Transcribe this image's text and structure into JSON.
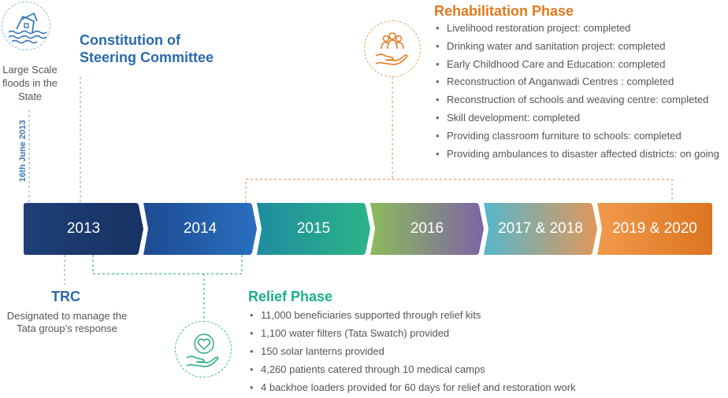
{
  "flood": {
    "icon": "flooded-house-icon",
    "label": "Large Scale floods in the State",
    "date": "16th June 2013"
  },
  "steering": {
    "title_line1": "Constitution of",
    "title_line2": "Steering Committee"
  },
  "trc": {
    "title": "TRC",
    "desc_line1": "Designated to manage the",
    "desc_line2": "Tata group’s response"
  },
  "rehabilitation": {
    "title": "Rehabilitation Phase",
    "icon": "people-in-hand-icon",
    "items": [
      "Livelihood restoration project: completed",
      "Drinking water and sanitation project: completed",
      "Early Childhood Care and Education: completed",
      "Reconstruction of Anganwadi Centres : completed",
      "Reconstruction of schools and weaving centre: completed",
      "Skill development: completed",
      "Providing classroom furniture to schools: completed",
      "Providing ambulances to disaster affected districts: on going"
    ]
  },
  "relief": {
    "title": "Relief Phase",
    "icon": "heart-in-hand-icon",
    "items": [
      "11,000 beneficiaries supported through relief kits",
      "1,100 water filters (Tata Swatch) provided",
      "150 solar lanterns provided",
      "4,260 patients catered through 10 medical camps",
      "4 backhoe loaders provided for 60 days for relief and restoration work"
    ]
  },
  "timeline": [
    {
      "label": "2013",
      "color_from": "#1f3f77",
      "color_to": "#173263"
    },
    {
      "label": "2014",
      "color_from": "#1e4b91",
      "color_to": "#2a6fc0"
    },
    {
      "label": "2015",
      "color_from": "#1e8ca0",
      "color_to": "#2cb486"
    },
    {
      "label": "2016",
      "color_from": "#8dbb5c",
      "color_to": "#7d64a4"
    },
    {
      "label": "2017 & 2018",
      "color_from": "#56b7cc",
      "color_to": "#e0975a"
    },
    {
      "label": "2019 & 2020",
      "color_from": "#f19a4c",
      "color_to": "#dc7420"
    }
  ],
  "colors": {
    "blue": "#2a6aad",
    "orange": "#e07a1f",
    "green": "#1bb184",
    "dash": "#e8a061"
  }
}
